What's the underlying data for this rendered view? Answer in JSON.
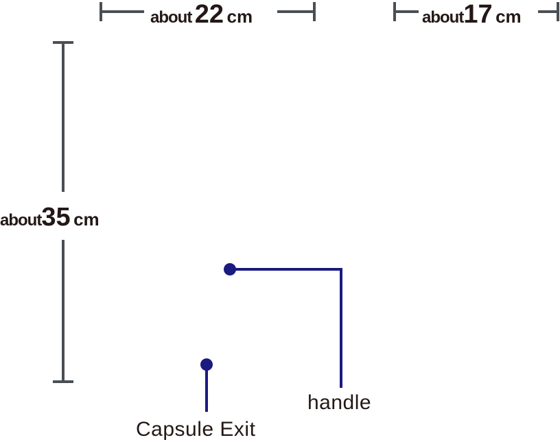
{
  "dimensions": {
    "width": {
      "prefix": "about",
      "value": "22",
      "unit": "cm"
    },
    "depth": {
      "prefix": "about",
      "value": "17",
      "unit": "cm"
    },
    "height": {
      "prefix": "about",
      "value": "35",
      "unit": "cm"
    }
  },
  "callouts": {
    "handle": "handle",
    "capsule_exit": "Capsule Exit"
  },
  "colors": {
    "dimension_line": "#4a4f55",
    "callout_line": "#1a1a80",
    "text": "#231815"
  }
}
